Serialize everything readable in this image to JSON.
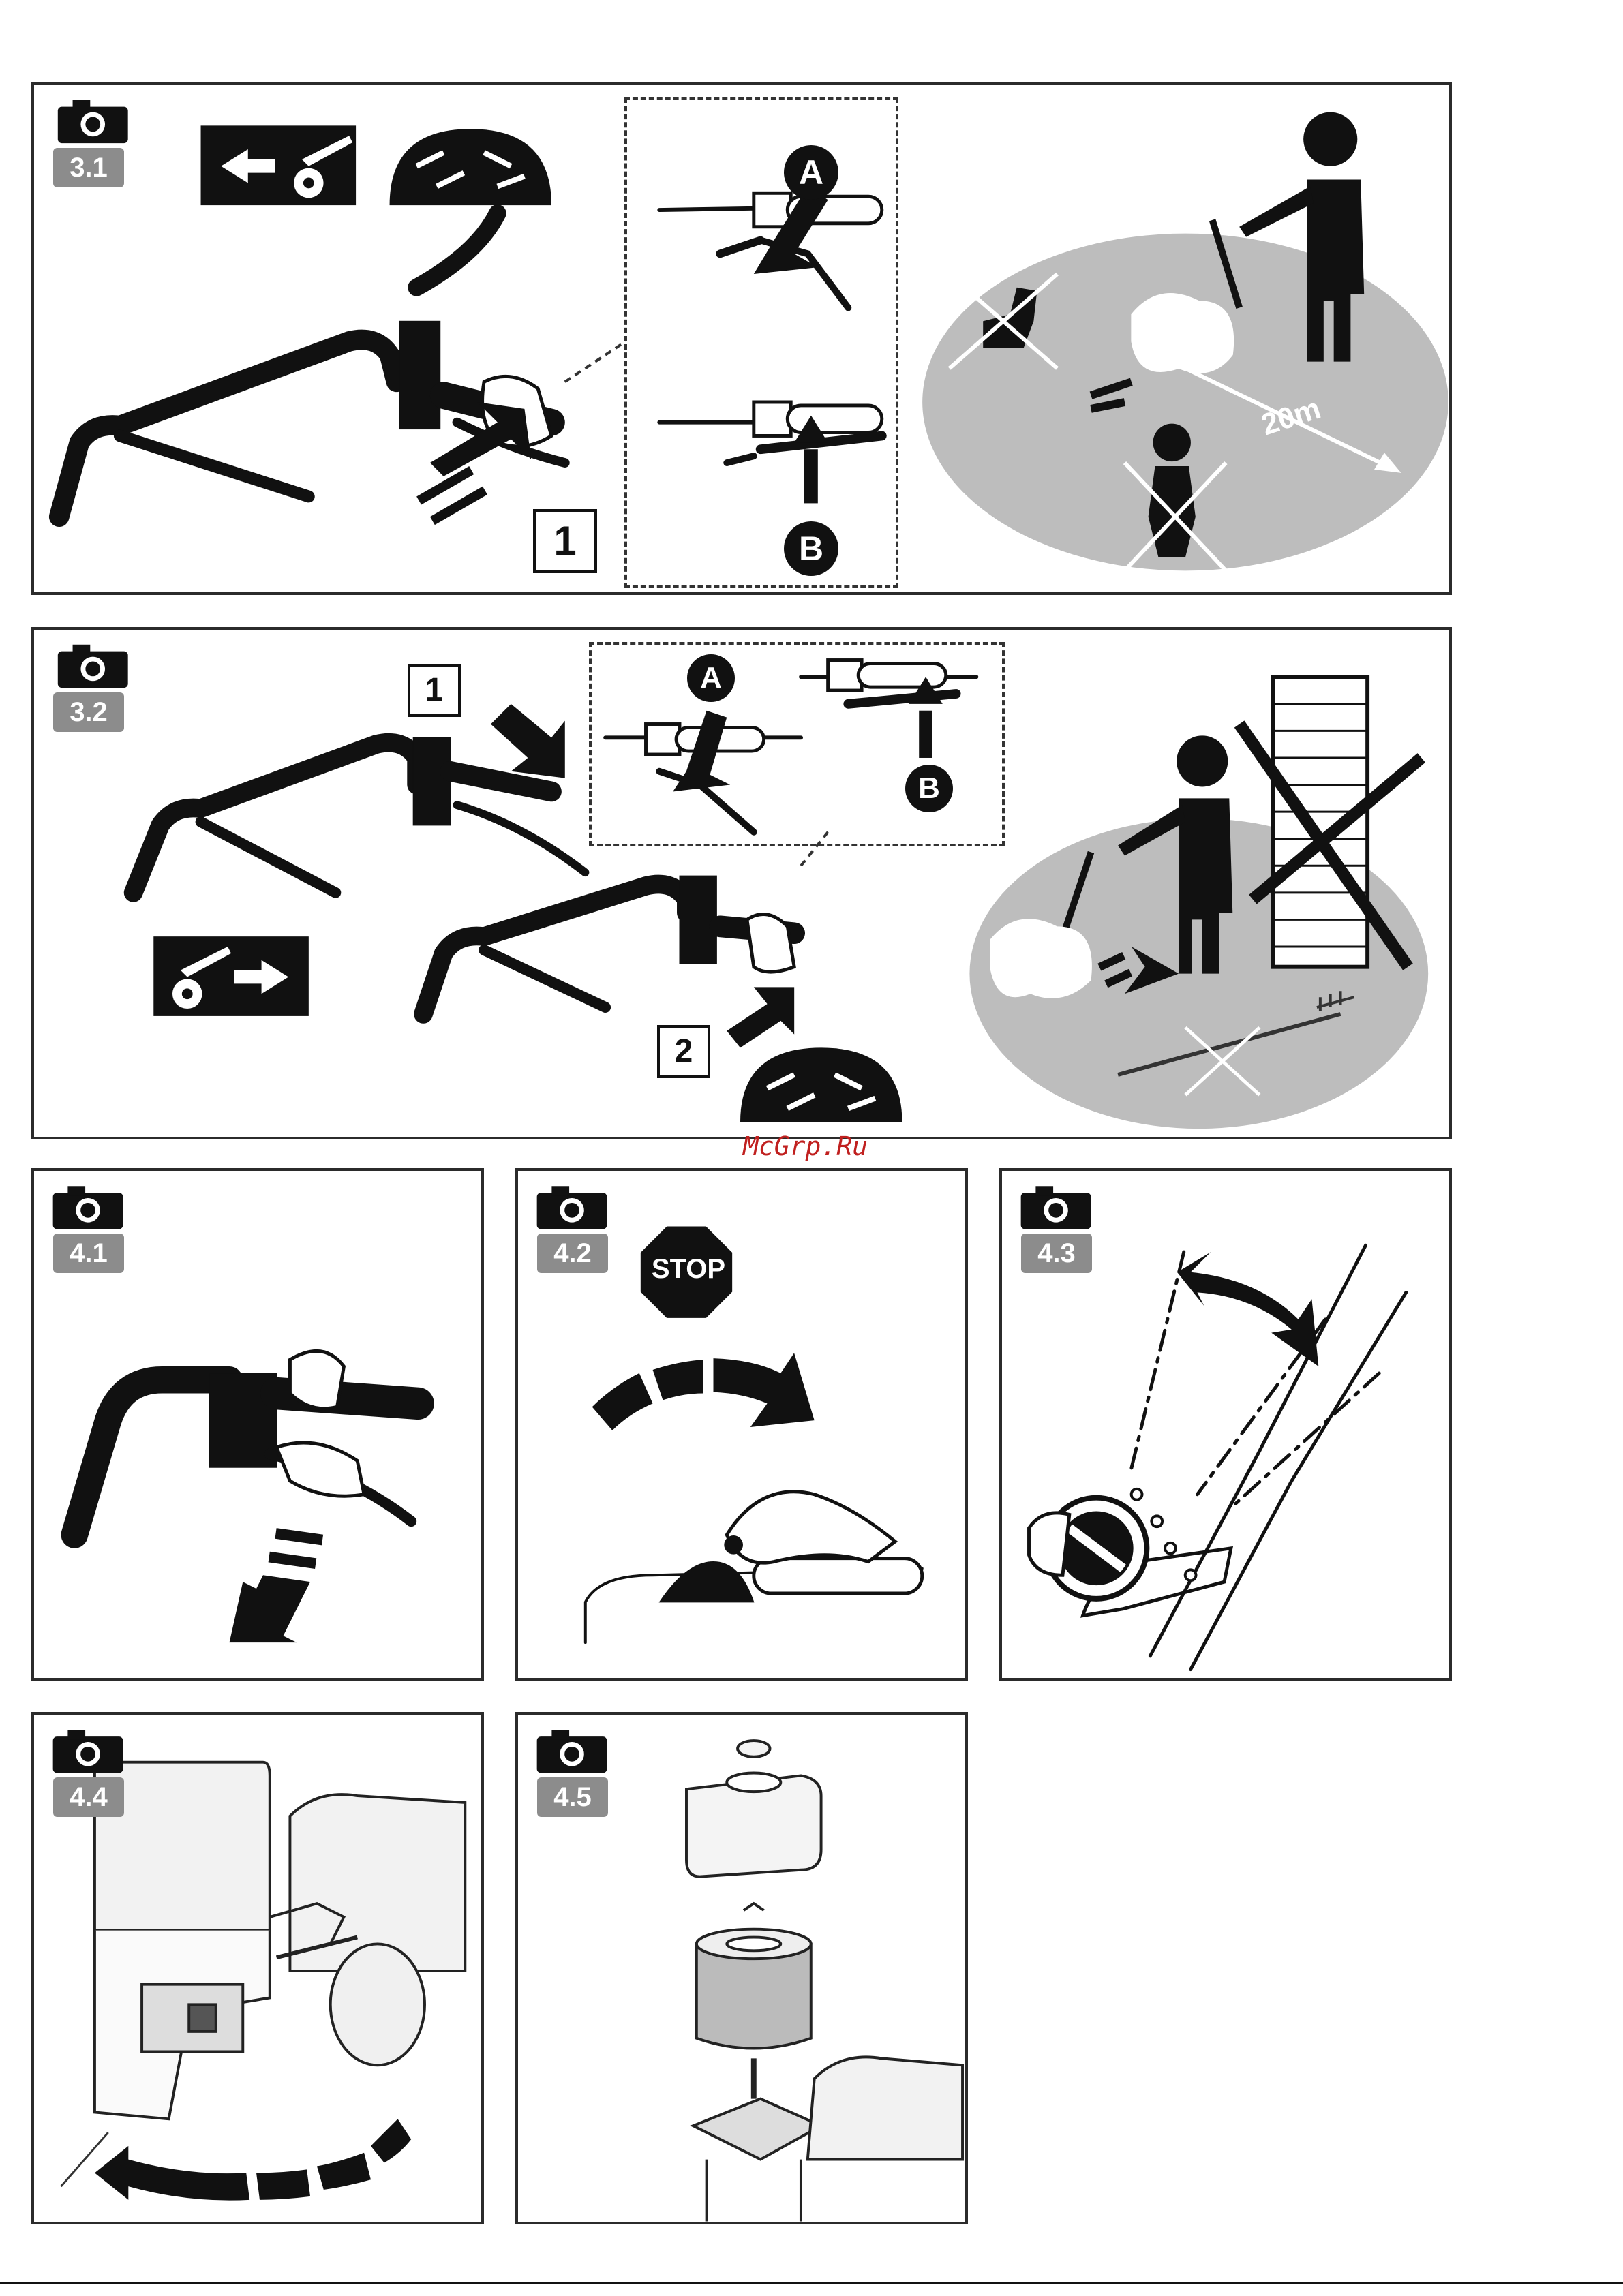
{
  "figures": [
    {
      "id": "3.1",
      "label": "3.1",
      "steps": [
        "1"
      ],
      "callouts": [
        "A",
        "B"
      ],
      "distance": "20m"
    },
    {
      "id": "3.2",
      "label": "3.2",
      "steps": [
        "1",
        "2"
      ],
      "callouts": [
        "A",
        "B"
      ]
    },
    {
      "id": "4.1",
      "label": "4.1"
    },
    {
      "id": "4.2",
      "label": "4.2",
      "sign": "STOP"
    },
    {
      "id": "4.3",
      "label": "4.3"
    },
    {
      "id": "4.4",
      "label": "4.4"
    },
    {
      "id": "4.5",
      "label": "4.5"
    }
  ],
  "watermark": "McGrp.Ru",
  "icons": [
    "camera-icon",
    "reverse-gear-icon",
    "forward-gear-icon",
    "tines-icon",
    "stop-sign-icon",
    "person-icon",
    "child-prohibited-icon",
    "pet-prohibited-icon",
    "wall-prohibited-icon",
    "rake-prohibited-icon"
  ],
  "colors": {
    "badge": "#8c8c8c",
    "zone": "#bdbdbd",
    "ink": "#111111",
    "watermark": "#c0201f"
  }
}
